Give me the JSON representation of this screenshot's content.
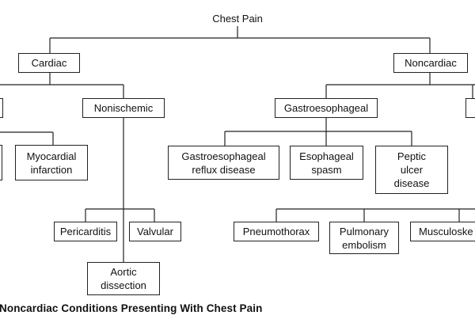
{
  "diagram": {
    "root": "Chest Pain",
    "cardiac": {
      "label": "Cardiac",
      "ischemic": "",
      "nonischemic": "Nonischemic",
      "ischemic_children": {
        "hidden": "",
        "myocardial_infarction": "Myocardial\ninfarction"
      },
      "nonischemic_children": {
        "pericarditis": "Pericarditis",
        "valvular": "Valvular",
        "aortic_dissection": "Aortic\ndissection"
      }
    },
    "noncardiac": {
      "label": "Noncardiac",
      "gastroesophageal": "Gastroesophageal",
      "other": "",
      "gastro_children": {
        "gerd": "Gastroesophageal\nreflux disease",
        "esophageal_spasm": "Esophageal\nspasm",
        "peptic_ulcer": "Peptic\nulcer\ndisease"
      },
      "other_children": {
        "pneumothorax": "Pneumothorax",
        "pulmonary_embolism": "Pulmonary\nembolism",
        "musculoskeletal": "Musculoske"
      }
    },
    "caption": "Noncardiac Conditions Presenting With Chest Pain"
  }
}
